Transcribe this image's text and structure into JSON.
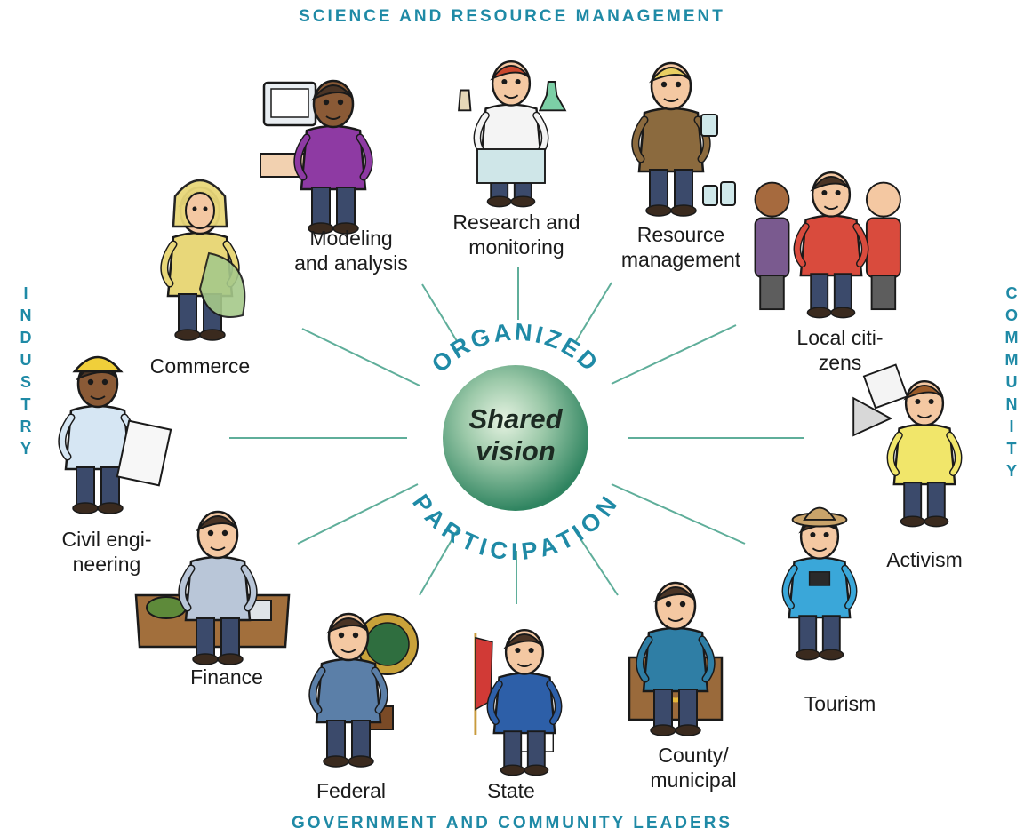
{
  "headings": {
    "top": "SCIENCE AND RESOURCE MANAGEMENT",
    "bottom": "GOVERNMENT AND COMMUNITY LEADERS",
    "left": "INDUSTRY",
    "right": "COMMUNITY"
  },
  "center": {
    "arc_top": "ORGANIZED",
    "arc_bottom": "PARTICIPATION",
    "line1": "Shared",
    "line2": "vision"
  },
  "roles": [
    {
      "id": "modeling",
      "label": "Modeling\nand analysis",
      "icon": "analyst-at-computer-icon"
    },
    {
      "id": "research",
      "label": "Research and\nmonitoring",
      "icon": "scientist-with-flasks-icon"
    },
    {
      "id": "resource",
      "label": "Resource\nmanagement",
      "icon": "resource-manager-with-jars-icon"
    },
    {
      "id": "citizens",
      "label": "Local citi-\nzens",
      "icon": "family-group-icon"
    },
    {
      "id": "activism",
      "label": "Activism",
      "icon": "activist-with-megaphone-icon"
    },
    {
      "id": "tourism",
      "label": "Tourism",
      "icon": "tourist-with-camera-icon"
    },
    {
      "id": "county",
      "label": "County/\nmunicipal",
      "icon": "official-at-podium-icon"
    },
    {
      "id": "state",
      "label": "State",
      "icon": "official-signing-with-flag-icon"
    },
    {
      "id": "federal",
      "label": "Federal",
      "icon": "official-with-briefcase-icon"
    },
    {
      "id": "finance",
      "label": "Finance",
      "icon": "banker-at-desk-icon"
    },
    {
      "id": "civil",
      "label": "Civil engi-\nneering",
      "icon": "engineer-with-blueprints-icon"
    },
    {
      "id": "commerce",
      "label": "Commerce",
      "icon": "fisherman-with-net-icon"
    }
  ],
  "colors": {
    "heading": "#1f8aa6",
    "spoke": "#5fae9a",
    "sphere_light": "#e6f3e2",
    "sphere_dark": "#2f8460",
    "label": "#1b1b1b"
  }
}
